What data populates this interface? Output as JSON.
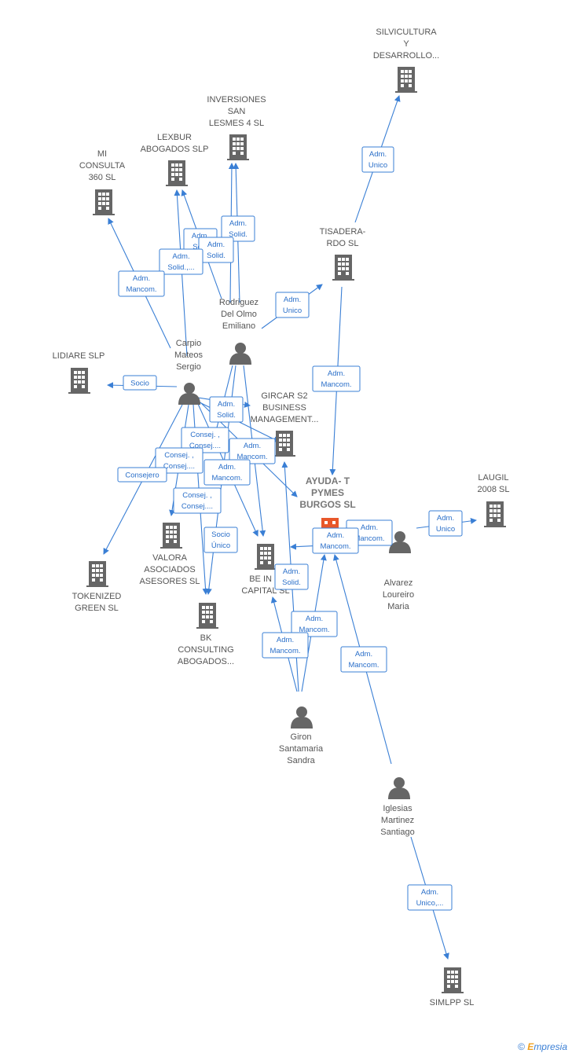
{
  "nodes": [
    {
      "id": "silvicultura",
      "type": "company",
      "lines": [
        "SILVICULTURA",
        "Y",
        "DESARROLLO..."
      ]
    },
    {
      "id": "inversiones",
      "type": "company",
      "lines": [
        "INVERSIONES",
        "SAN",
        "LESMES 4  SL"
      ]
    },
    {
      "id": "lexbur",
      "type": "company",
      "lines": [
        "LEXBUR",
        "ABOGADOS  SLP"
      ]
    },
    {
      "id": "miconsulta",
      "type": "company",
      "lines": [
        "MI",
        "CONSULTA",
        "360  SL"
      ]
    },
    {
      "id": "tisadera",
      "type": "company",
      "lines": [
        "TISADERA-",
        "RDO SL"
      ]
    },
    {
      "id": "lidiare",
      "type": "company",
      "lines": [
        "LIDIARE  SLP"
      ]
    },
    {
      "id": "gircar",
      "type": "company",
      "lines": [
        "GIRCAR S2",
        "BUSINESS",
        "MANAGEMENT..."
      ]
    },
    {
      "id": "ayuda",
      "type": "company",
      "main": true,
      "lines": [
        "AYUDA- T",
        "PYMES",
        "BURGOS  SL"
      ]
    },
    {
      "id": "laugil",
      "type": "company",
      "lines": [
        "LAUGIL",
        "2008  SL"
      ]
    },
    {
      "id": "valora",
      "type": "company",
      "lines": [
        "VALORA",
        "ASOCIADOS",
        "ASESORES  SL"
      ]
    },
    {
      "id": "beinfi",
      "type": "company",
      "lines": [
        "BE IN FI",
        "CAPITAL  SL"
      ]
    },
    {
      "id": "tokenized",
      "type": "company",
      "lines": [
        "TOKENIZED",
        "GREEN  SL"
      ]
    },
    {
      "id": "bk",
      "type": "company",
      "lines": [
        "BK",
        "CONSULTING",
        "ABOGADOS..."
      ]
    },
    {
      "id": "simlpp",
      "type": "company",
      "lines": [
        "SIMLPP  SL"
      ]
    },
    {
      "id": "rodriguez",
      "type": "person",
      "lines": [
        "Rodriguez",
        "Del Olmo",
        "Emiliano"
      ]
    },
    {
      "id": "carpio",
      "type": "person",
      "lines": [
        "Carpio",
        "Mateos",
        "Sergio"
      ]
    },
    {
      "id": "alvarez",
      "type": "person",
      "lines": [
        "Alvarez",
        "Loureiro",
        "Maria"
      ]
    },
    {
      "id": "giron",
      "type": "person",
      "lines": [
        "Giron",
        "Santamaria",
        "Sandra"
      ]
    },
    {
      "id": "iglesias",
      "type": "person",
      "lines": [
        "Iglesias",
        "Martinez",
        "Santiago"
      ]
    }
  ],
  "relations": [
    {
      "lines": [
        "Adm.",
        "Unico"
      ]
    },
    {
      "lines": [
        "Adm.",
        "Solid."
      ]
    },
    {
      "lines": [
        "Adm.",
        "So..."
      ]
    },
    {
      "lines": [
        "Adm.",
        "Solid."
      ]
    },
    {
      "lines": [
        "Adm.",
        "Solid.,..."
      ]
    },
    {
      "lines": [
        "Adm.",
        "Mancom."
      ]
    },
    {
      "lines": [
        "Adm.",
        "Unico"
      ]
    },
    {
      "lines": [
        "Adm.",
        "Mancom."
      ]
    },
    {
      "lines": [
        "Socio"
      ]
    },
    {
      "lines": [
        "Adm.",
        "Solid."
      ]
    },
    {
      "lines": [
        "Consej. ,",
        "Consej...."
      ]
    },
    {
      "lines": [
        "Adm.",
        "Mancom."
      ]
    },
    {
      "lines": [
        "Consej. ,",
        "Consej...."
      ]
    },
    {
      "lines": [
        "Adm.",
        "Mancom."
      ]
    },
    {
      "lines": [
        "Consejero"
      ]
    },
    {
      "lines": [
        "Consej. ,",
        "Consej...."
      ]
    },
    {
      "lines": [
        "Socio",
        "Único"
      ]
    },
    {
      "lines": [
        "Adm.",
        "Mancom."
      ]
    },
    {
      "lines": [
        "Adm.",
        "Mancom."
      ]
    },
    {
      "lines": [
        "Adm.",
        "Unico"
      ]
    },
    {
      "lines": [
        "Adm.",
        "Solid."
      ]
    },
    {
      "lines": [
        "Adm.",
        "Mancom."
      ]
    },
    {
      "lines": [
        "Adm.",
        "Mancom."
      ]
    },
    {
      "lines": [
        "Adm.",
        "Mancom."
      ]
    },
    {
      "lines": [
        "Adm.",
        "Unico,..."
      ]
    }
  ],
  "footer": {
    "copyright": "©",
    "brand_first": "E",
    "brand_rest": "mpresia"
  },
  "colors": {
    "edge": "#3a7fd5",
    "icon": "#666666",
    "main": "#e8572a"
  }
}
